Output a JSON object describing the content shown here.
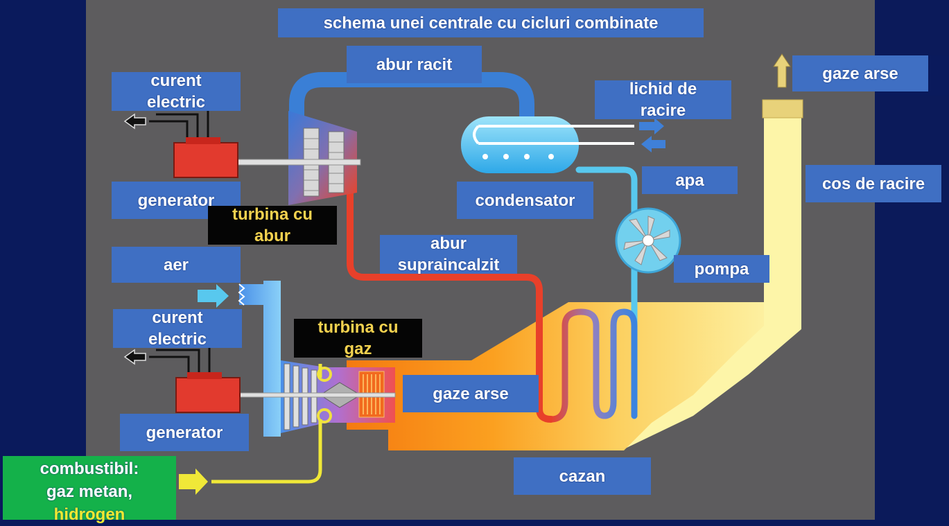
{
  "title": "schema unei centrale cu cicluri combinate",
  "labels": {
    "abur_racit": "abur racit",
    "gaze_arse_top": "gaze arse",
    "curent_electric_top_1": "curent",
    "curent_electric_top_2": "electric",
    "lichid_de_racire_1": "lichid de",
    "lichid_de_racire_2": "racire",
    "generator_top": "generator",
    "turbina_abur_1": "turbina cu",
    "turbina_abur_2": "abur",
    "condensator": "condensator",
    "apa": "apa",
    "cos_de_racire": "cos de racire",
    "aer": "aer",
    "abur_supraincalzit_1": "abur",
    "abur_supraincalzit_2": "supraincalzit",
    "pompa": "pompa",
    "curent_electric_bottom_1": "curent",
    "curent_electric_bottom_2": "electric",
    "turbina_gaz_1": "turbina cu",
    "turbina_gaz_2": "gaz",
    "gaze_arse_mid": "gaze arse",
    "generator_bottom": "generator",
    "cazan": "cazan",
    "combustibil_1": "combustibil:",
    "combustibil_2": "gaz metan,",
    "combustibil_3": "hidrogen"
  },
  "colors": {
    "background": "#5d5c5e",
    "border": "#0b1a5a",
    "label_bg": "#3f6fc3",
    "turbine_label_bg": "#050505",
    "turbine_label_text": "#f3d24f",
    "fuel_label_bg": "#14b14a",
    "fuel_highlight": "#f1ea30",
    "steam_cool": "#3a7fd6",
    "steam_hot": "#e8402a",
    "water": "#58c8ee",
    "exhaust": "#fdf5a8",
    "generator": "#e23a2e"
  }
}
